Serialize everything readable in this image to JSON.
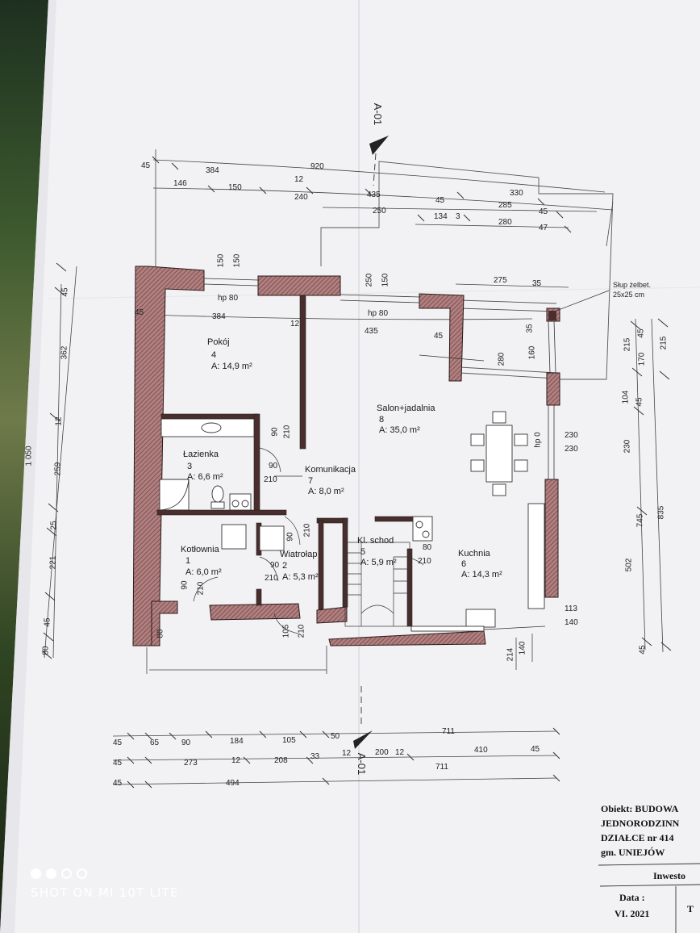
{
  "section_markers": [
    "A-01",
    "A-01"
  ],
  "rooms": [
    {
      "name": "Pokój",
      "number": "4",
      "area": "A: 14,9 m²"
    },
    {
      "name": "Łazienka",
      "number": "3",
      "area": "A: 6,6 m²"
    },
    {
      "name": "Komunikacja",
      "number": "7",
      "area": "A: 8,0 m²"
    },
    {
      "name": "Salon+jadalnia",
      "number": "8",
      "area": "A: 35,0 m²"
    },
    {
      "name": "Kotłownia",
      "number": "1",
      "area": "A: 6,0 m²"
    },
    {
      "name": "Wiatrołap",
      "number": "2",
      "area": "A: 5,3 m²"
    },
    {
      "name": "Kl. schod",
      "number": "5",
      "area": "A: 5,9 m²"
    },
    {
      "name": "Kuchnia",
      "number": "6",
      "area": "A: 14,3 m²"
    }
  ],
  "column_note": {
    "line1": "Słup żelbet.",
    "line2": "25x25 cm"
  },
  "window_marks": [
    "hp 80",
    "hp 80",
    "hp 0"
  ],
  "dimensions": {
    "top_row1": [
      "45",
      "384",
      "920"
    ],
    "top_row2": [
      "146",
      "150",
      "12",
      "240",
      "435",
      "45",
      "330"
    ],
    "top_row3": [
      "250",
      "134",
      "3",
      "285",
      "45"
    ],
    "top_row4": [
      "280",
      "47"
    ],
    "top_vertical": [
      "150",
      "150",
      "250",
      "150"
    ],
    "top_inner_right": [
      "275",
      "35"
    ],
    "inner_row": [
      "45",
      "384",
      "12",
      "435",
      "45"
    ],
    "left_outer": [
      "1 050"
    ],
    "left_chain": [
      "45",
      "362",
      "12",
      "259",
      "25",
      "221",
      "45",
      "80"
    ],
    "right_chain_outer": [
      "215",
      "745",
      "835"
    ],
    "right_chain_inner": [
      "215",
      "170",
      "45",
      "104",
      "45",
      "230",
      "502",
      "45"
    ],
    "right_small": [
      "35",
      "160",
      "280",
      "230",
      "230",
      "113",
      "140"
    ],
    "doors": [
      "90",
      "210",
      "90",
      "210",
      "90",
      "210",
      "90",
      "210",
      "80",
      "210",
      "90",
      "210",
      "105",
      "210",
      "80"
    ],
    "bottom_vertical": [
      "214",
      "140"
    ],
    "bottom_row1": [
      "45",
      "65",
      "90",
      "184",
      "105",
      "50",
      "711"
    ],
    "bottom_row2": [
      "45",
      "273",
      "12",
      "208",
      "33",
      "12",
      "200",
      "12",
      "410",
      "45"
    ],
    "bottom_row3": [
      "45",
      "494",
      "711"
    ]
  },
  "title_block": {
    "object_line1": "Obiekt: BUDOWA",
    "object_line2": "JEDNORODZINN",
    "object_line3": "DZIAŁCE nr 414",
    "object_line4": "gm. UNIEJÓW",
    "investor": "Inwesto",
    "date_label": "Data :",
    "date_value": "VI. 2021",
    "cut": "T"
  },
  "watermark": {
    "text": "SHOT ON MI 10T LITE",
    "dots": 4,
    "filled_dots": 2
  },
  "colors": {
    "paper": "#f4f4f6",
    "wall_fill": "#8c5c5c",
    "line": "#333333"
  }
}
